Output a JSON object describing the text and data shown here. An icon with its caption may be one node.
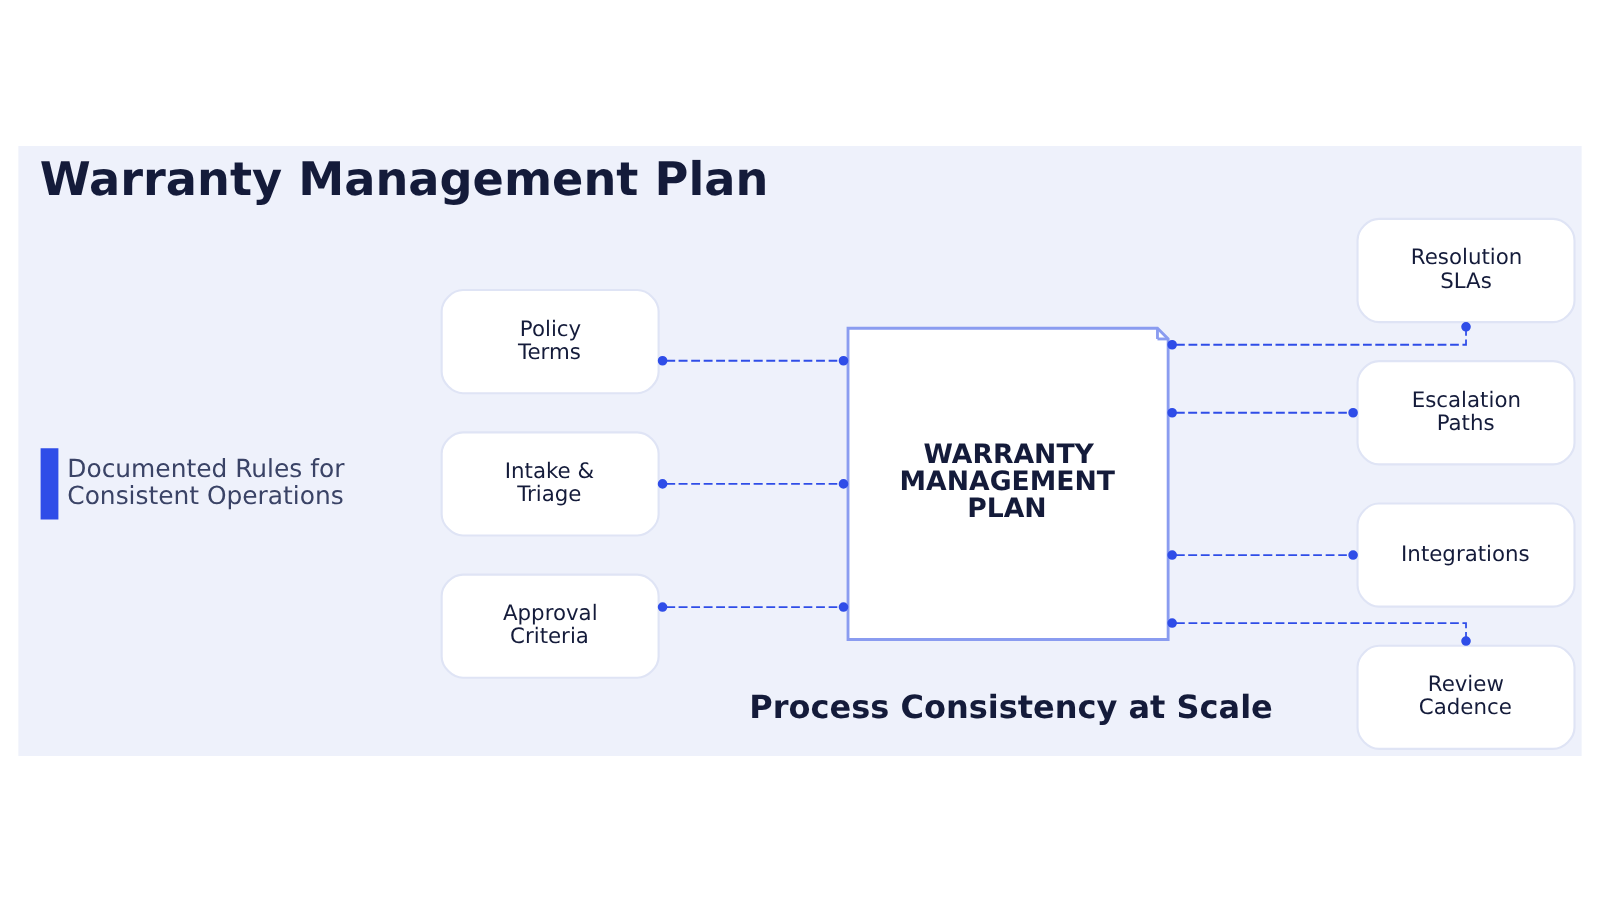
{
  "diagram": {
    "title": "Warranty Management Plan",
    "nodes": [
      {
        "text": [
          "WARRANTY MANAGEMENT PLAN"
        ]
      },
      {
        "text": [
          "Policy Terms"
        ]
      },
      {
        "text": [
          "Intake & Triage"
        ]
      },
      {
        "text": [
          "Approval Criteria"
        ]
      },
      {
        "text": [
          "Resolution SLAs"
        ]
      },
      {
        "text": [
          "Escalation Paths"
        ]
      },
      {
        "text": [
          "Integrations"
        ]
      },
      {
        "text": [
          "Review Cadence"
        ]
      }
    ],
    "edges": [
      {
        "from": 1,
        "to": 0,
        "arrow": "other",
        "style": "dashed"
      },
      {
        "from": 2,
        "to": 0,
        "arrow": "other",
        "style": "dashed"
      },
      {
        "from": 3,
        "to": 0,
        "arrow": "other",
        "style": "dashed"
      },
      {
        "from": 0,
        "to": 4,
        "arrow": "other",
        "style": "dashed"
      },
      {
        "from": 0,
        "to": 5,
        "arrow": "other",
        "style": "dashed"
      },
      {
        "from": 0,
        "to": 6,
        "arrow": "other",
        "style": "dashed"
      },
      {
        "from": 0,
        "to": 7,
        "arrow": "other",
        "style": "dashed"
      }
    ],
    "labels": [
      "Documented Rules for Consistent Operations",
      "Process Consistency at Scale"
    ]
  }
}
